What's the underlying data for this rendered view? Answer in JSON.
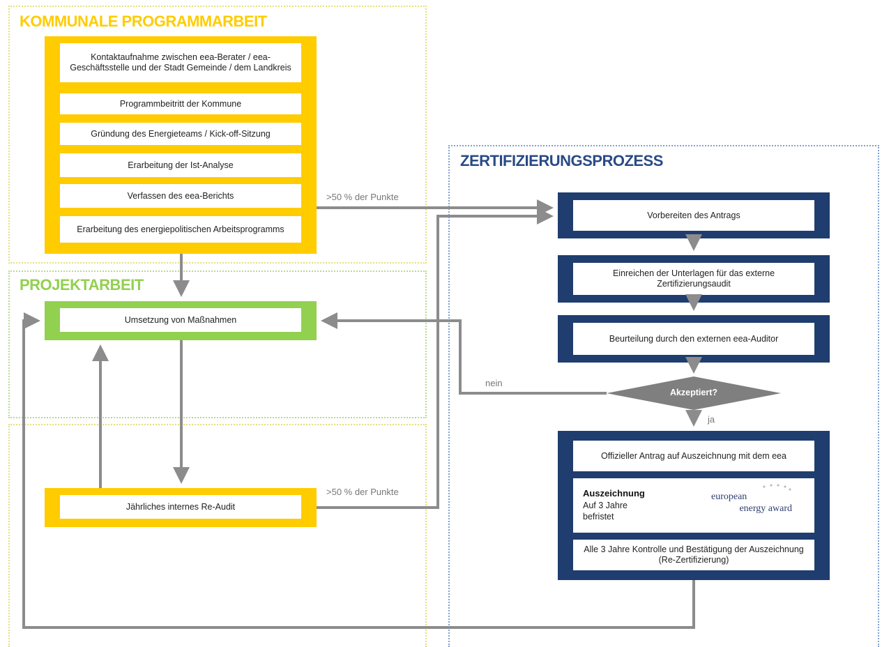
{
  "sections": {
    "kommunal": "KOMMUNALE PROGRAMMARBEIT",
    "projekt": "PROJEKTARBEIT",
    "zertifizierung": "ZERTIFIZIERUNGSPROZESS"
  },
  "kommunal_steps": [
    "Kontaktaufnahme zwischen eea-Berater / eea-Geschäftsstelle und der Stadt Gemeinde / dem Landkreis",
    "Programmbeitritt der Kommune",
    "Gründung des Energieteams / Kick-off-Sitzung",
    "Erarbeitung der Ist-Analyse",
    "Verfassen des eea-Berichts",
    "Erarbeitung des energiepolitischen Arbeitsprogramms"
  ],
  "projekt_step": "Umsetzung von Maßnahmen",
  "reaudit_step": "Jährliches internes Re-Audit",
  "zert_steps": [
    "Vorbereiten des Antrags",
    "Einreichen der Unterlagen für das externe Zertifizierungsaudit",
    "Beurteilung durch den externen eea-Auditor"
  ],
  "decision": "Akzeptiert?",
  "labels": {
    "threshold_top": ">50 % der Punkte",
    "threshold_bottom": ">50 % der Punkte",
    "no": "nein",
    "yes": "ja"
  },
  "award_steps": {
    "antrag": "Offizieller Antrag auf Auszeichnung mit dem eea",
    "auszeichnung_title": "Auszeichnung",
    "auszeichnung_sub": "Auf 3 Jahre befristet",
    "logo_line1": "european",
    "logo_line2": "energy award",
    "kontrolle": "Alle 3 Jahre Kontrolle und Bestätigung der Auszeichnung (Re-Zertifizierung)"
  },
  "colors": {
    "yellow": "#FFCC00",
    "green": "#92D050",
    "navy": "#1F3D6E",
    "arrow": "#8C8C8C",
    "zert_title": "#2A4A86"
  }
}
